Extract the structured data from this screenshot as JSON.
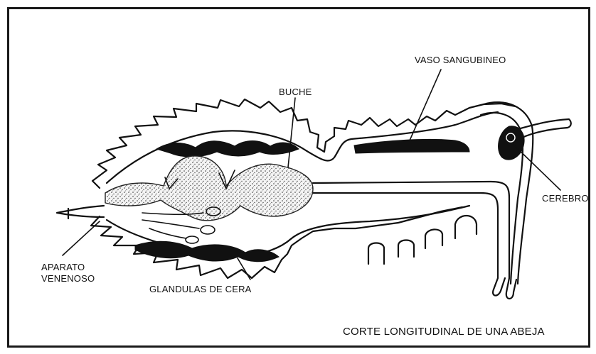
{
  "labels": {
    "vaso": "VASO SANGUBINEO",
    "buche": "BUCHE",
    "cerebro": "CEREBRO",
    "aparato_1": "APARATO",
    "aparato_2": "VENENOSO",
    "glandulas": "GLANDULAS DE CERA"
  },
  "caption": "CORTE LONGITUDINAL DE UNA  ABEJA"
}
